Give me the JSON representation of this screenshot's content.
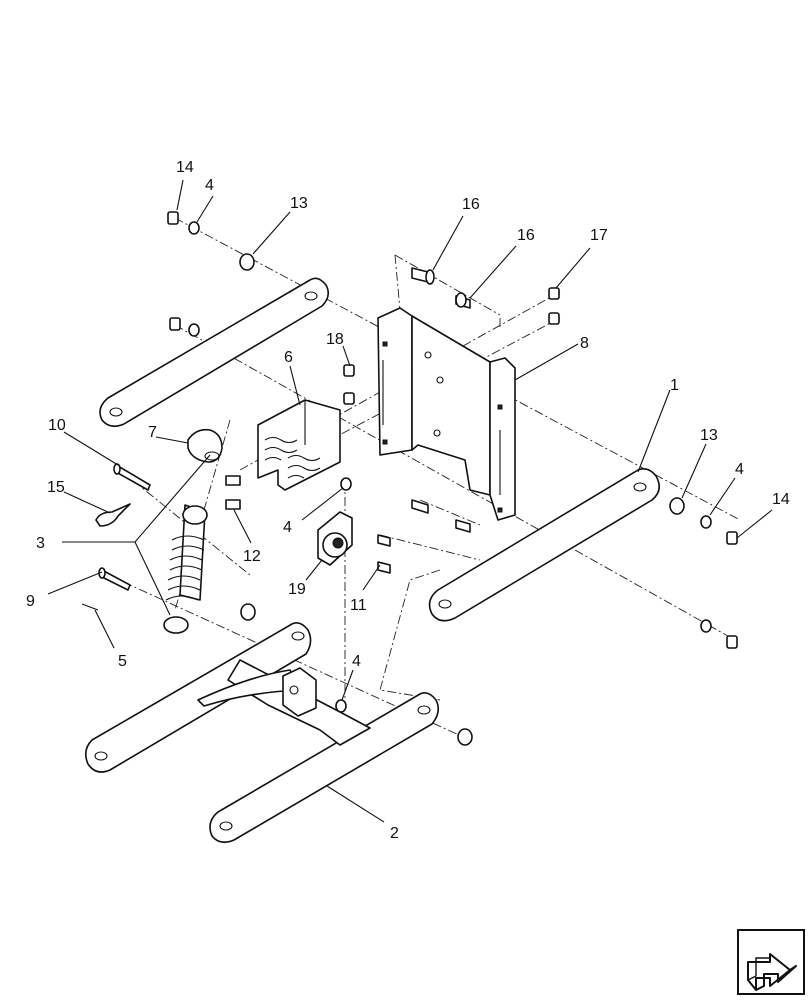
{
  "diagram": {
    "callouts": {
      "c14a": "14",
      "c4a": "4",
      "c13a": "13",
      "c16a": "16",
      "c16b": "16",
      "c17": "17",
      "c18": "18",
      "c6": "6",
      "c8": "8",
      "c10": "10",
      "c7": "7",
      "c15": "15",
      "c3": "3",
      "c12": "12",
      "c4b": "4",
      "c19": "19",
      "c11": "11",
      "c9": "9",
      "c5": "5",
      "c4c": "4",
      "c2": "2",
      "c1": "1",
      "c13b": "13",
      "c4d": "4",
      "c14b": "14"
    },
    "nav_icon": "next-page-arrow-icon"
  }
}
